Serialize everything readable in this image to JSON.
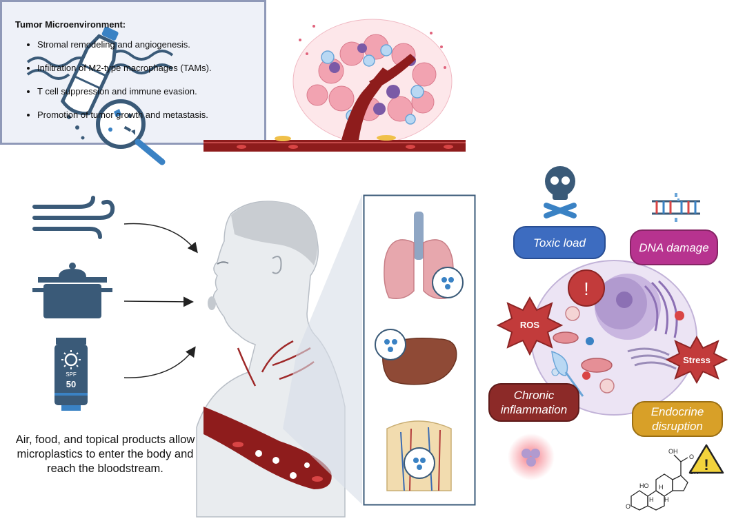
{
  "tumor_microenvironment": {
    "title": "Tumor Microenvironment:",
    "items": [
      "Stromal remodeling and angiogenesis.",
      "Infiltration of M2-type macrophages (TAMs).",
      "T cell suppression and immune evasion.",
      "Promotion of tumor growth and metastasis."
    ]
  },
  "exposure": {
    "caption": "Air, food, and topical products allow microplastics to enter the body and reach the bloodstream.",
    "sunscreen_label_top": "SPF",
    "sunscreen_label_value": "50"
  },
  "effects": {
    "toxic_load": "Toxic load",
    "dna_damage": "DNA damage",
    "ros": "ROS",
    "stress": "Stress",
    "chronic_inflammation": "Chronic inflammation",
    "endocrine_disruption": "Endocrine disruption",
    "alert_symbol": "!",
    "warning_symbol": "!"
  },
  "steroid": {
    "labels": [
      "OH",
      "O",
      "HO",
      "H",
      "H",
      "H",
      "OH",
      "O"
    ]
  },
  "colors": {
    "accent_blue": "#3d6cc0",
    "dna_magenta": "#b7338f",
    "inflammation_red": "#8c2a28",
    "endocrine_gold": "#d8a028",
    "icon_navy": "#3a5a78",
    "blood_red": "#8e1c1c"
  }
}
